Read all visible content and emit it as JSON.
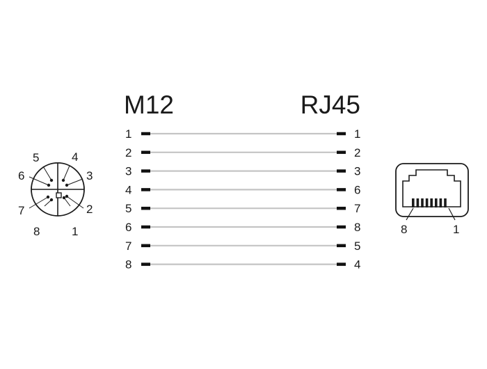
{
  "header": {
    "left_title": "M12",
    "right_title": "RJ45"
  },
  "wiring": [
    {
      "left": "1",
      "right": "1"
    },
    {
      "left": "2",
      "right": "2"
    },
    {
      "left": "3",
      "right": "3"
    },
    {
      "left": "4",
      "right": "6"
    },
    {
      "left": "5",
      "right": "7"
    },
    {
      "left": "6",
      "right": "8"
    },
    {
      "left": "7",
      "right": "5"
    },
    {
      "left": "8",
      "right": "4"
    }
  ],
  "m12_connector": {
    "pin_labels": [
      "1",
      "2",
      "3",
      "4",
      "5",
      "6",
      "7",
      "8"
    ]
  },
  "rj45_connector": {
    "left_label": "8",
    "right_label": "1"
  },
  "colors": {
    "wire": "#c4c4c4",
    "ink": "#1a1a1a"
  }
}
